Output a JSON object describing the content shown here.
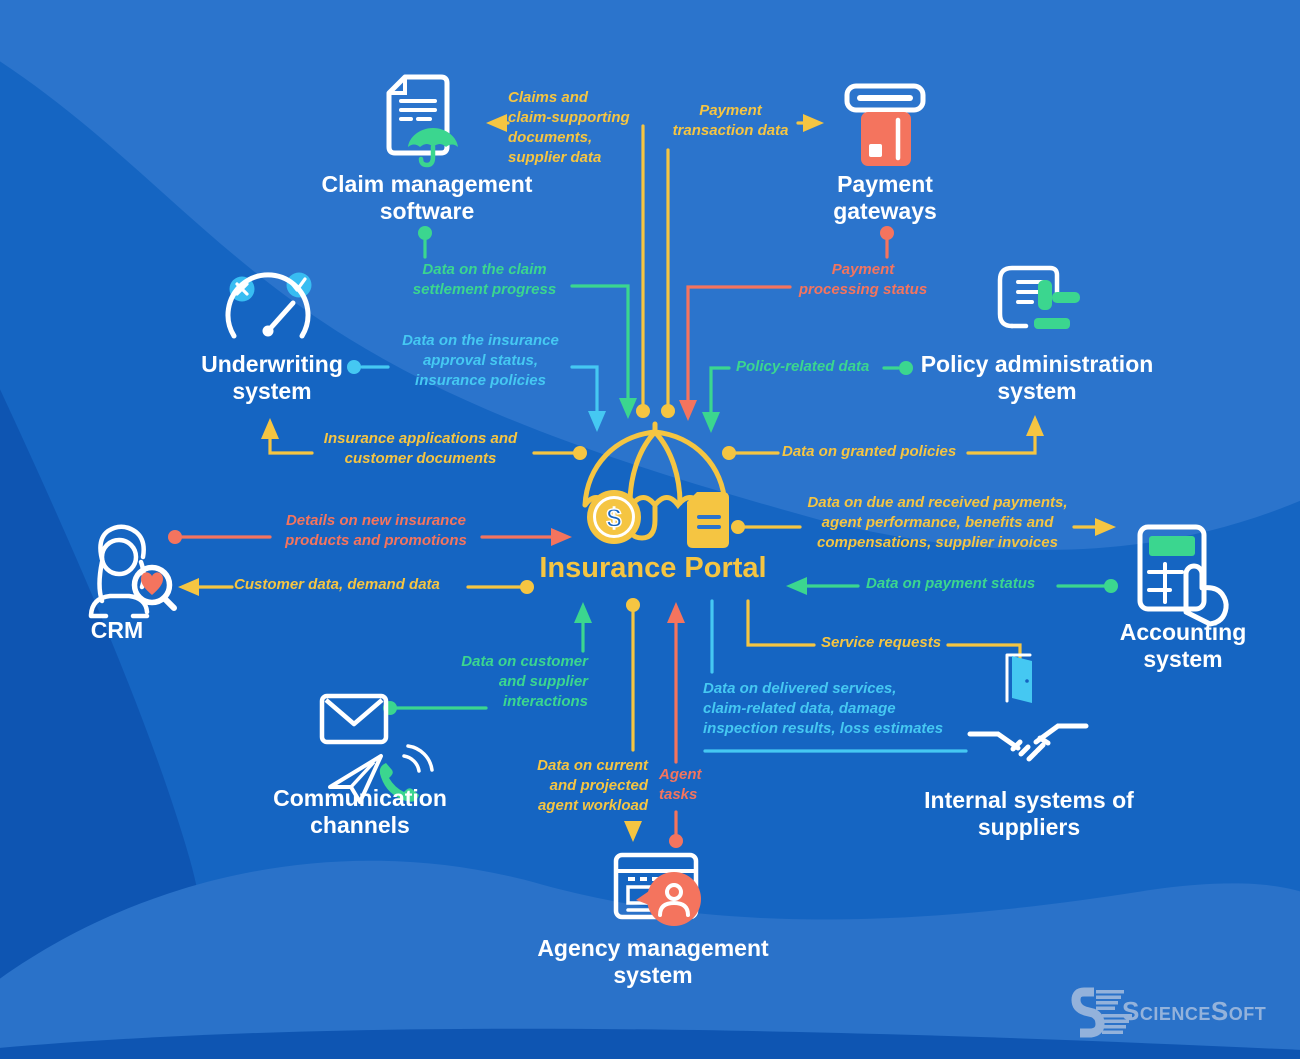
{
  "colors": {
    "background": "#1565C2",
    "background_light": "#2B74CC",
    "background_dark": "#0E55B2",
    "bottom_wave": "#2A72C9",
    "yellow": "#F5C542",
    "green": "#3BD68F",
    "red": "#F4745E",
    "cyan": "#45C8F2",
    "white": "#FFFFFF",
    "badge_blue": "#38BDF2",
    "logo_blue": "#93B2DB"
  },
  "nodes": {
    "insurance_portal": {
      "label": "Insurance Portal",
      "icons": [
        "umbrella-icon",
        "dollar-coin-icon",
        "policy-document-icon"
      ]
    },
    "claim_management": {
      "lines": [
        "Claim management",
        "software"
      ],
      "icon": "document-with-umbrella-icon"
    },
    "payment_gateways": {
      "lines": [
        "Payment",
        "gateways"
      ],
      "icon": "card-terminal-icon"
    },
    "underwriting": {
      "lines": [
        "Underwriting",
        "system"
      ],
      "icon": "gauge-approve-reject-icon"
    },
    "policy_administration": {
      "lines": [
        "Policy administration",
        "system"
      ],
      "icon": "scroll-gavel-icon"
    },
    "crm": {
      "lines": [
        "CRM"
      ],
      "icon": "customer-magnifier-heart-icon"
    },
    "accounting": {
      "lines": [
        "Accounting",
        "system"
      ],
      "icon": "calculator-hand-icon"
    },
    "communication": {
      "lines": [
        "Communication",
        "channels"
      ],
      "icon": "mail-plane-phone-icon"
    },
    "suppliers": {
      "lines": [
        "Internal systems of",
        "suppliers"
      ],
      "icon": "handshake-door-icon"
    },
    "agency_management": {
      "lines": [
        "Agency management",
        "system"
      ],
      "icon": "browser-agent-bubble-icon"
    }
  },
  "edges": {
    "claims_and_documents": {
      "lines": [
        "Claims and",
        "claim-supporting",
        "documents,",
        "supplier data"
      ],
      "color": "#F5C542",
      "from": "insurance_portal",
      "to": "claim_management"
    },
    "payment_transaction": {
      "lines": [
        "Payment",
        "transaction data"
      ],
      "color": "#F5C542",
      "from": "insurance_portal",
      "to": "payment_gateways"
    },
    "claim_settlement": {
      "lines": [
        "Data on the claim",
        "settlement progress"
      ],
      "color": "#3BD68F",
      "from": "claim_management",
      "to": "insurance_portal"
    },
    "payment_processing": {
      "lines": [
        "Payment",
        "processing status"
      ],
      "color": "#F4745E",
      "from": "payment_gateways",
      "to": "insurance_portal"
    },
    "insurance_approval": {
      "lines": [
        "Data on the insurance",
        "approval status,",
        "insurance policies"
      ],
      "color": "#45C8F2",
      "from": "underwriting",
      "to": "insurance_portal"
    },
    "policy_related": {
      "lines": [
        "Policy-related data"
      ],
      "color": "#3BD68F",
      "from": "policy_administration",
      "to": "insurance_portal"
    },
    "insurance_applications": {
      "lines": [
        "Insurance applications and",
        "customer documents"
      ],
      "color": "#F5C542",
      "from": "insurance_portal",
      "to": "underwriting"
    },
    "granted_policies": {
      "lines": [
        "Data on granted policies"
      ],
      "color": "#F5C542",
      "from": "insurance_portal",
      "to": "policy_administration"
    },
    "new_products": {
      "lines": [
        "Details on new insurance",
        "products and promotions"
      ],
      "color": "#F4745E",
      "from": "crm",
      "to": "insurance_portal"
    },
    "customer_data": {
      "lines": [
        "Customer data, demand data"
      ],
      "color": "#F5C542",
      "from": "insurance_portal",
      "to": "crm"
    },
    "due_payments": {
      "lines": [
        "Data on due and received payments,",
        "agent performance, benefits and",
        "compensations, supplier invoices"
      ],
      "color": "#F5C542",
      "from": "insurance_portal",
      "to": "accounting"
    },
    "payment_status": {
      "lines": [
        "Data on payment status"
      ],
      "color": "#3BD68F",
      "from": "accounting",
      "to": "insurance_portal"
    },
    "service_requests": {
      "lines": [
        "Service requests"
      ],
      "color": "#F5C542",
      "from": "insurance_portal",
      "to": "suppliers"
    },
    "delivered_services": {
      "lines": [
        "Data on delivered services,",
        "claim-related data, damage",
        "inspection results, loss estimates"
      ],
      "color": "#45C8F2",
      "from": "suppliers",
      "to": "insurance_portal"
    },
    "customer_interactions": {
      "lines": [
        "Data on customer",
        "and supplier",
        "interactions"
      ],
      "color": "#3BD68F",
      "from": "communication",
      "to": "insurance_portal"
    },
    "agent_workload": {
      "lines": [
        "Data on current",
        "and projected",
        "agent workload"
      ],
      "color": "#F5C542",
      "from": "insurance_portal",
      "to": "agency_management"
    },
    "agent_tasks": {
      "lines": [
        "Agent",
        "tasks"
      ],
      "color": "#F4745E",
      "from": "agency_management",
      "to": "insurance_portal"
    }
  },
  "logo": {
    "text": "ScienceSoft"
  }
}
